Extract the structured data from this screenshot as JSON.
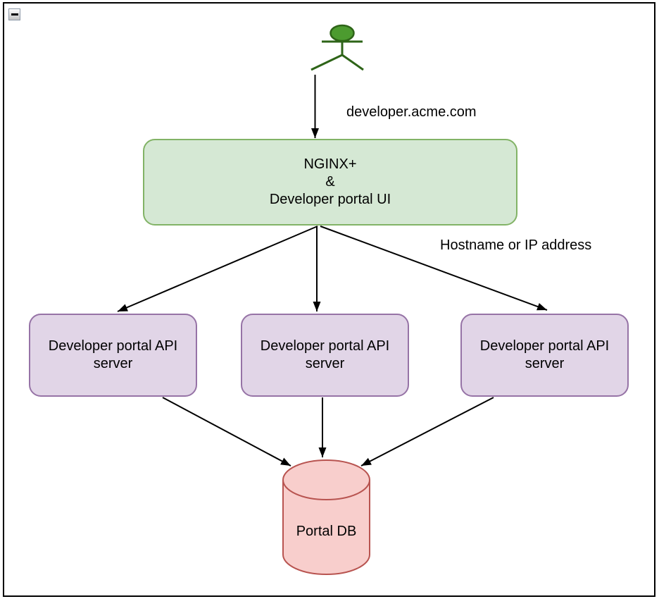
{
  "colors": {
    "green-fill": "#d5e8d4",
    "green-stroke": "#82b366",
    "purple-fill": "#e1d5e7",
    "purple-stroke": "#9673a6",
    "red-fill": "#f8cecc",
    "red-stroke": "#b85450",
    "actor-fill": "#4c9b2f",
    "actor-stroke": "#2e6418",
    "edge-color": "#000000"
  },
  "viewer": {
    "collapse_icon": "minus"
  },
  "diagram": {
    "nodes": {
      "nginx": {
        "label": "NGINX+\n&\nDeveloper portal UI"
      },
      "api1": {
        "label": "Developer portal API\nserver"
      },
      "api2": {
        "label": "Developer portal API\nserver"
      },
      "api3": {
        "label": "Developer portal API\nserver"
      },
      "db": {
        "label": "Portal DB"
      }
    },
    "edge_labels": {
      "url": "developer.acme.com",
      "hostname": "Hostname or IP address"
    },
    "edges": [
      {
        "from": "user-actor",
        "to": "nginx",
        "label": "developer.acme.com"
      },
      {
        "from": "nginx",
        "to": "api1",
        "label": "Hostname or IP address"
      },
      {
        "from": "nginx",
        "to": "api2",
        "label": "Hostname or IP address"
      },
      {
        "from": "nginx",
        "to": "api3",
        "label": "Hostname or IP address"
      },
      {
        "from": "api1",
        "to": "db"
      },
      {
        "from": "api2",
        "to": "db"
      },
      {
        "from": "api3",
        "to": "db"
      }
    ]
  }
}
